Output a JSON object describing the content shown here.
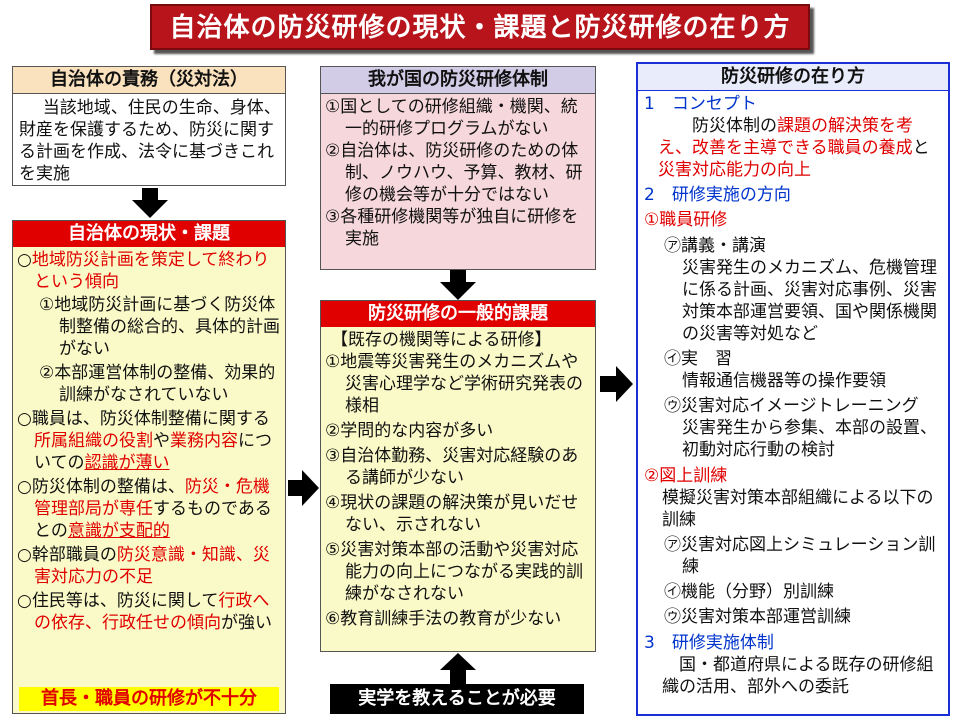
{
  "title": "自治体の防災研修の現状・課題と防災研修の在り方",
  "responsibility": {
    "header": "自治体の責務（災対法）",
    "body": "当該地域、住民の生命、身体、財産を保護するため、防災に関する計画を作成、法令に基づきこれを実施"
  },
  "status": {
    "header": "自治体の現状・課題",
    "i1_a": "○",
    "i1_b": "地域防災計画を策定して終わりという傾向",
    "i1_s1": "①地域防災計画に基づく防災体制整備の総合的、具体的計画がない",
    "i1_s2": "②本部運営体制の整備、効果的訓練がなされていない",
    "i2_a": "○職員は、防災体制整備に関する",
    "i2_b": "所属組織の役割",
    "i2_c": "や",
    "i2_d": "業務内容",
    "i2_e": "についての",
    "i2_f": "認識が薄い",
    "i3_a": "○防災体制の整備は、",
    "i3_b": "防災・危機管理部局が専任",
    "i3_c": "するものであるとの",
    "i3_d": "意識が支配的",
    "i4_a": "○幹部職員の",
    "i4_b": "防災意識・知識、災害対応力の不足",
    "i5_a": "○住民等は、防災に関して",
    "i5_b": "行政への依存、行政任せの傾向",
    "i5_c": "が強い",
    "footer": "首長・職員の研修が不十分"
  },
  "national": {
    "header": "我が国の防災研修体制",
    "items": [
      "①国としての研修組織・機関、統一的研修プログラムがない",
      "②自治体は、防災研修のための体制、ノウハウ、予算、教材、研修の機会等が十分ではない",
      "③各種研修機関等が独自に研修を実施"
    ]
  },
  "general": {
    "header": "防災研修の一般的課題",
    "sub": "【既存の機関等による研修】",
    "items": [
      "①地震等災害発生のメカニズムや災害心理学など学術研究発表の様相",
      "②学問的な内容が多い",
      "③自治体勤務、災害対応経験のある講師が少ない",
      "④現状の課題の解決策が見いだせない、示されない",
      "⑤災害対策本部の活動や災害対応能力の向上につながる実践的訓練がなされない",
      "⑥教育訓練手法の教育が少ない"
    ]
  },
  "practical": "実学を教えることが必要",
  "ideal": {
    "header": "防災研修の在り方",
    "c_head": "1　コンセプト",
    "c_a": "防災体制の",
    "c_b": "課題の解決策を考え、改善を主導できる職員の養成",
    "c_c": "と",
    "c_d": "災害対応能力の向上",
    "d_head": "2　研修実施の方向",
    "d1": "①職員研修",
    "d1a_h": "㋐講義・講演",
    "d1a_t": "災害発生のメカニズム、危機管理に係る計画、災害対応事例、災害対策本部運営要領、国や関係機関の災害等対処など",
    "d1b_h": "㋑実　習",
    "d1b_t": "情報通信機器等の操作要領",
    "d1c_h": "㋒災害対応イメージトレーニング",
    "d1c_t": "災害発生から参集、本部の設置、初動対応行動の検討",
    "d2": "②図上訓練",
    "d2_t": "模擬災害対策本部組織による以下の訓練",
    "d2a": "㋐災害対応図上シミュレーション訓練",
    "d2b": "㋑機能（分野）別訓練",
    "d2c": "㋒災害対策本部運営訓練",
    "s_head": "3　研修実施体制",
    "s_t": "国・都道府県による既存の研修組織の活用、部外への委託"
  },
  "colors": {
    "title_bg": "#b8141c",
    "red_header": "#e00000",
    "pink_bg": "#f5d7dc",
    "yellow_bg": "#fafac8",
    "blue_border": "#1a2fd6",
    "blue_text": "#0033cc",
    "purple_header_bg": "#d2cce6"
  }
}
